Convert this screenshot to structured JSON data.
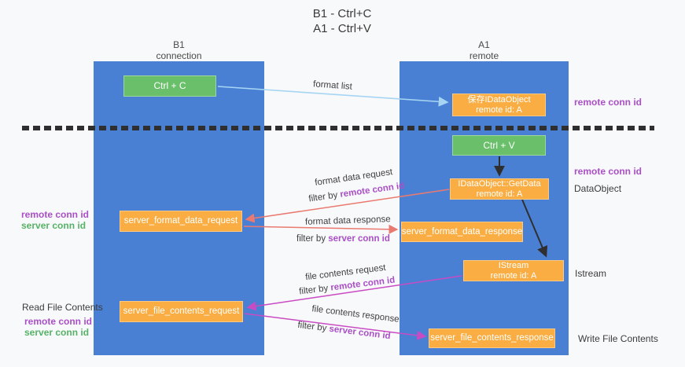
{
  "title": {
    "line1": "B1 - Ctrl+C",
    "line2": "A1 - Ctrl+V"
  },
  "lanes": {
    "left": {
      "title": "B1",
      "subtitle": "connection"
    },
    "right": {
      "title": "A1",
      "subtitle": "remote"
    }
  },
  "nodes": {
    "ctrl_c": {
      "label": "Ctrl + C"
    },
    "ctrl_v": {
      "label": "Ctrl + V"
    },
    "save_dataobject": {
      "line1": "保存IDataObject",
      "line2": "remote id: A"
    },
    "getdata": {
      "line1": "IDataObject::GetData",
      "line2": "remote id: A"
    },
    "istream": {
      "line1": "IStream",
      "line2": "remote id: A"
    },
    "server_format_data_request": {
      "label": "server_format_data_request"
    },
    "server_format_data_response": {
      "label": "server_format_data_response"
    },
    "server_file_contents_request": {
      "label": "server_file_contents_request"
    },
    "server_file_contents_response": {
      "label": "server_file_contents_response"
    }
  },
  "edge_labels": {
    "format_list": "format list",
    "format_data_request": {
      "text": "format data request",
      "filter_prefix": "filter by ",
      "filter_value": "remote conn id"
    },
    "format_data_response": {
      "text": "format data response",
      "filter_prefix": "filter by ",
      "filter_value": "server conn id"
    },
    "file_contents_request": {
      "text": "file contents request",
      "filter_prefix": "filter by ",
      "filter_value": "remote conn id"
    },
    "file_contents_response": {
      "text": "file contents response",
      "filter_prefix": "filter by ",
      "filter_value": "server conn id"
    }
  },
  "side_labels": {
    "right_remote_conn_id_top": "remote conn id",
    "right_remote_conn_id_mid": "remote conn id",
    "dataobject": "DataObject",
    "istream": "Istream",
    "write_file_contents": "Write File Contents",
    "left_remote_conn_id_1": "remote conn id",
    "left_server_conn_id_1": "server conn id",
    "read_file_contents": "Read File Contents",
    "left_remote_conn_id_2": "remote conn id",
    "left_server_conn_id_2": "server conn id"
  },
  "colors": {
    "bg": "#f8f9fa",
    "lane_blue": "#4a80d4",
    "node_green": "#6abf6a",
    "node_orange": "#f9ad42",
    "purple": "#aa4fc7",
    "green": "#56b366",
    "salmon": "#ea7a70",
    "magenta": "#c94bc4",
    "light_blue": "#a6d5f3",
    "dash": "#2f2f2f"
  }
}
